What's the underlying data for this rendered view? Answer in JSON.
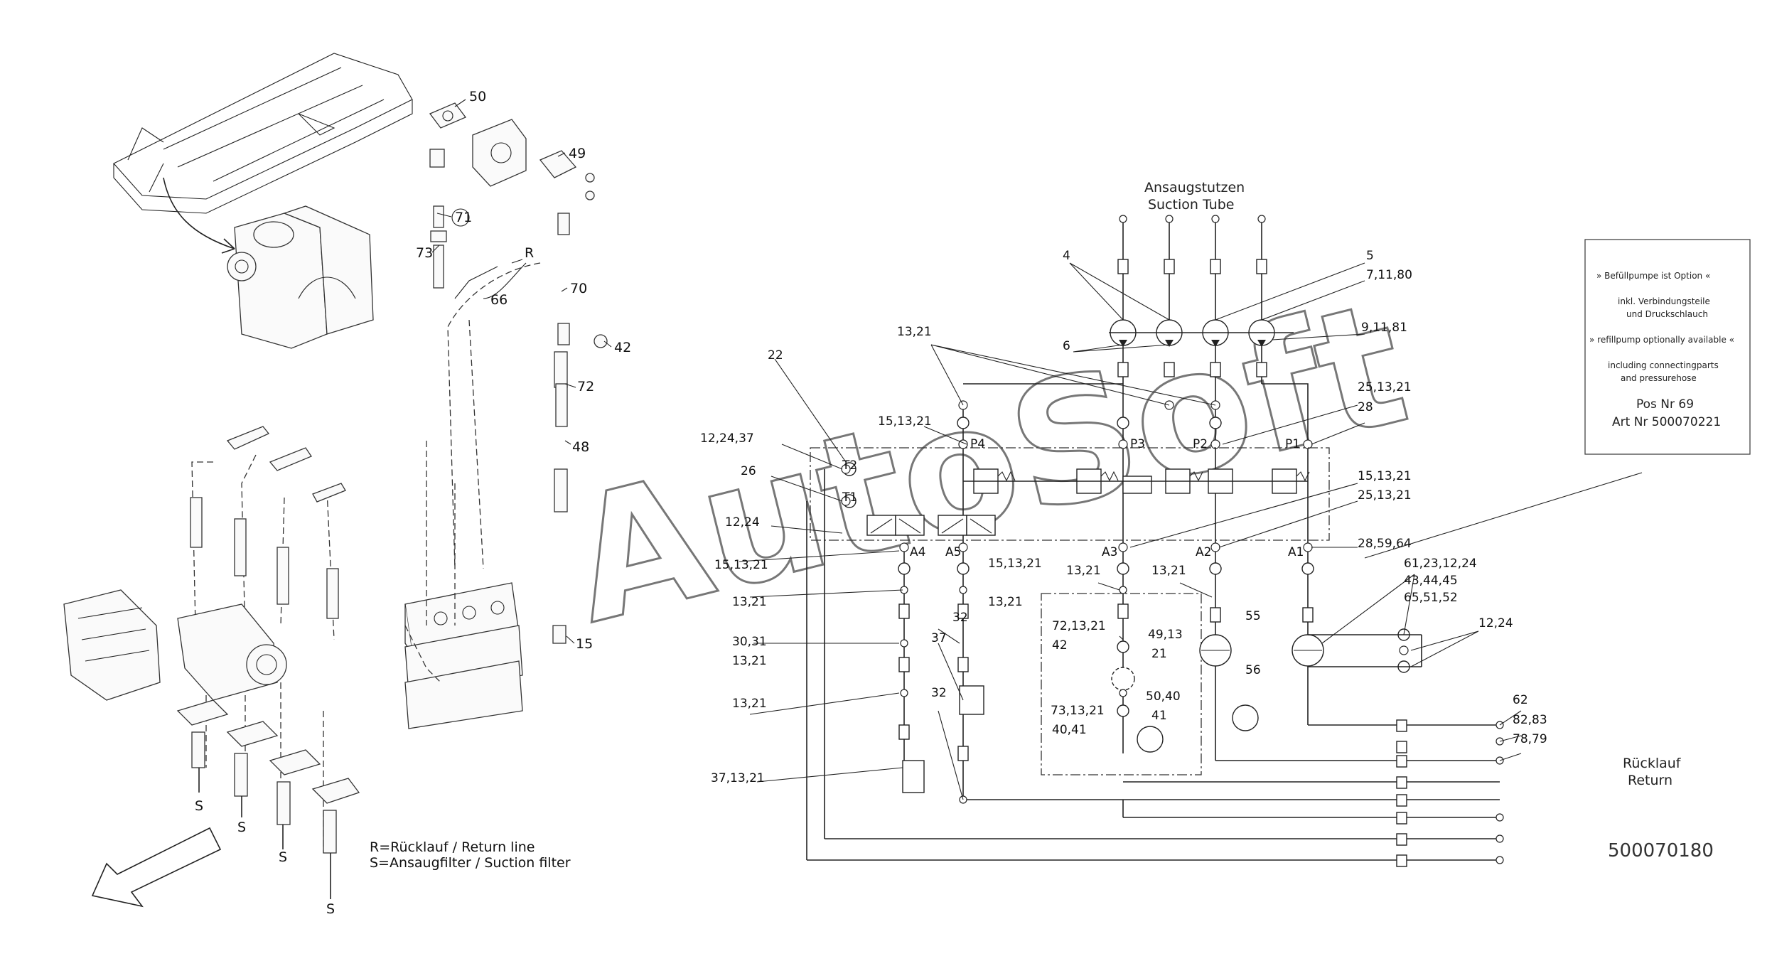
{
  "exploded": {
    "callouts": [
      "50",
      "49",
      "71",
      "73",
      "70",
      "66",
      "42",
      "72",
      "48",
      "15"
    ],
    "line_letters": {
      "return": "R",
      "suction": "S"
    },
    "legend": [
      "R=Rücklauf / Return line",
      "S=Ansaugfilter / Suction filter"
    ]
  },
  "schematic": {
    "suction_label": [
      "Ansaugstutzen",
      "Suction Tube"
    ],
    "ports": [
      "P4",
      "P3",
      "P2",
      "P1",
      "T2",
      "T1",
      "A4",
      "A5",
      "A3",
      "A2",
      "A1"
    ],
    "refs": {
      "r4": "4",
      "r5": "5",
      "r7": "7,11,80",
      "r9": "9,11,81",
      "r6": "6",
      "r13a": "13,21",
      "r22": "22",
      "r25a": "25,13,21",
      "r28": "28",
      "r15a": "15,13,21",
      "r12a": "12,24,37",
      "r26": "26",
      "r15b": "15,13,21",
      "r25b": "25,13,21",
      "r12b": "12,24",
      "r15c": "15,13,21",
      "r15d": "15,13,21",
      "r28b": "28,59,64",
      "r13b": "13,21",
      "r13c": "13,21",
      "r13d": "13,21",
      "r13e": "13,21",
      "r61a": "61,23,12,24",
      "r61b": "43,44,45",
      "r61c": "65,51,52",
      "r12c": "12,24",
      "r32a": "32",
      "r72a": "72,13,21",
      "r42": "42",
      "r49": "49,13",
      "r21": "21",
      "r55": "55",
      "r56": "56",
      "r30a": "30,31",
      "r30b": "13,21",
      "r37": "37",
      "r50": "50,40",
      "r13f": "13,21",
      "r32b": "32",
      "r73": "73,13,21",
      "r41": "41",
      "r40": "40,41",
      "r62": "62",
      "r82": "82,83",
      "r78": "78,79",
      "r37b": "37,13,21"
    },
    "return_label": [
      "Rücklauf",
      "Return"
    ],
    "drawing_number": "500070180"
  },
  "note_box": {
    "lines": [
      "» Befüllpumpe ist Option «",
      "inkl. Verbindungsteile",
      "und Druckschlauch",
      "» refillpump optionally available «",
      "including connectingparts",
      "and pressurehose"
    ],
    "pos": "Pos Nr 69",
    "art": "Art Nr 500070221"
  },
  "watermark": "AutoSoft"
}
